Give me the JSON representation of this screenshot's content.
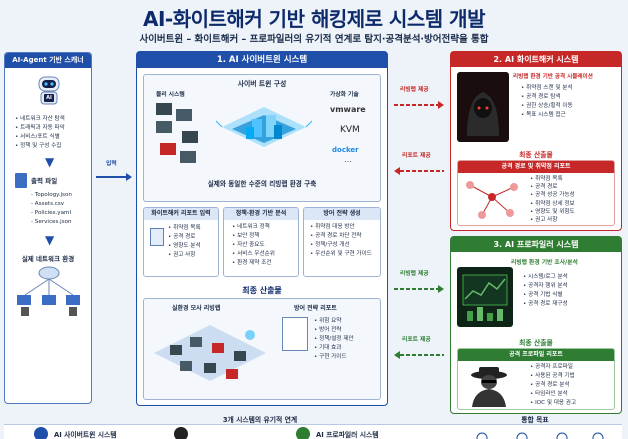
{
  "header": {
    "title": "AI-화이트해커 기반 해킹제로 시스템 개발",
    "subtitle": "사이버트윈 – 화이트해커 – 프로파일러의 유기적 연계로 탐지·공격분석·방어전략을 통합"
  },
  "left": {
    "title": "AI-Agent 기반 스캐너",
    "robot_badge": "AI",
    "items": [
      "네트워크 자산 탐색",
      "트래픽과 자동 파악",
      "서비스/포트 식별",
      "정책 및 구성 수집"
    ],
    "output_title": "출력 파일",
    "files": [
      "Topology.json",
      "Assets.csv",
      "Policies.yaml",
      "Services.json"
    ],
    "env_title": "실제 네트워크 환경"
  },
  "center": {
    "title": "1. AI 사이버트윈 시스템",
    "composition_title": "사이버 트윈 구성",
    "physical_label": "물리 시스템",
    "virtual_label": "가상화 기술",
    "vmware": "vmware",
    "kvm": "KVM",
    "docker": "docker",
    "caption": "실제와 동일한 수준의 리빙랩 환경 구축",
    "input_box": {
      "title": "화이트해커 리포트 입력",
      "items": [
        "취약점 목록",
        "공격 경로",
        "영향도 분석",
        "권고 사항"
      ]
    },
    "policy_box": {
      "title": "정책·환경 기반 분석",
      "items": [
        "네트워크 정책",
        "보안 정책",
        "자산 중요도",
        "서비스 우선순위",
        "환경 제약 조건"
      ]
    },
    "defense_box": {
      "title": "방어 전략 생성",
      "items": [
        "취약점 대응 방안",
        "공격 경로 차단 전략",
        "정책/구성 개선",
        "우선순위 및 구현 가이드"
      ]
    },
    "final_title": "최종 산출물",
    "livinglab_label": "실환경 모사 리빙랩",
    "report_label": "방어 전략 리포트",
    "report_items": [
      "위험 요약",
      "방어 전략",
      "정책/설정 제안",
      "기대 효과",
      "구현 가이드"
    ],
    "input_arrow": "입력"
  },
  "right_top": {
    "title": "2. AI 화이트해커 시스템",
    "subtitle": "리빙랩 환경 기반 공격 시뮬레이션",
    "items": [
      "취약점 스캔 및 분석",
      "공격 경로 탐색",
      "권한 상승/횡적 이동",
      "목표 시스템 접근"
    ],
    "output_title": "최종 산출물",
    "report_title": "공격 경로 및 취약점 리포트",
    "report_items": [
      "취약점 목록",
      "공격 경로",
      "공격 성공 가능성",
      "취약점 상세 정보",
      "영향도 및 위험도",
      "권고 사항"
    ],
    "arrow_in": "리빙랩 제공",
    "arrow_out": "리포트 제공"
  },
  "right_bottom": {
    "title": "3. AI 프로파일러 시스템",
    "subtitle": "리빙랩 환경 기반 조사/분석",
    "items": [
      "시스템/로그 분석",
      "공격자 행위 분석",
      "공격 기법 식별",
      "공격 경로 재구성"
    ],
    "output_title": "최종 산출물",
    "report_title": "공격 프로파일 리포트",
    "report_items": [
      "공격자 프로파일",
      "사용된 공격 기법",
      "공격 경로 분석",
      "타임라인 분석",
      "IOC 및 대응 권고"
    ],
    "arrow_in": "리빙랩 제공",
    "arrow_out": "리포트 제공"
  },
  "footer": {
    "link_title": "3개 시스템의 유기적 연계",
    "goal_title": "통합 목표",
    "b1": "AI 사이버트윈 시스템",
    "b3": "AI 프로파일러 시스템"
  },
  "colors": {
    "navy": "#0d2a6b",
    "blue": "#1f4fa8",
    "red": "#c62828",
    "green": "#2e7d32"
  }
}
